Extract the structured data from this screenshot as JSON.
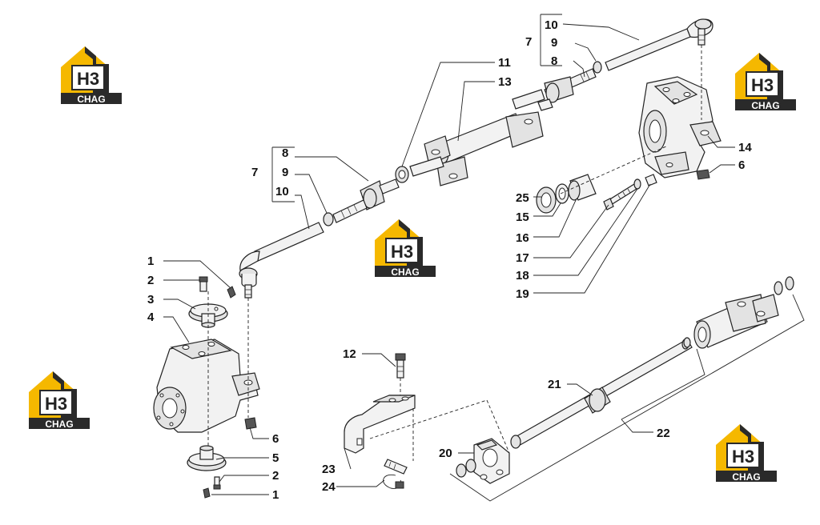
{
  "callouts": {
    "c1": "1",
    "c2": "2",
    "c3": "3",
    "c4": "4",
    "c5": "5",
    "c6": "6",
    "c7": "7",
    "c8": "8",
    "c9": "9",
    "c10": "10",
    "c11": "11",
    "c12": "12",
    "c13": "13",
    "c14": "14",
    "c15": "15",
    "c16": "16",
    "c17": "17",
    "c18": "18",
    "c19": "19",
    "c20": "20",
    "c21": "21",
    "c22": "22",
    "c23": "23",
    "c24": "24",
    "c25": "25"
  },
  "watermark": {
    "mark": "H3",
    "text": "CHAG",
    "accent_color": "#f5b800",
    "dark_color": "#222222"
  }
}
